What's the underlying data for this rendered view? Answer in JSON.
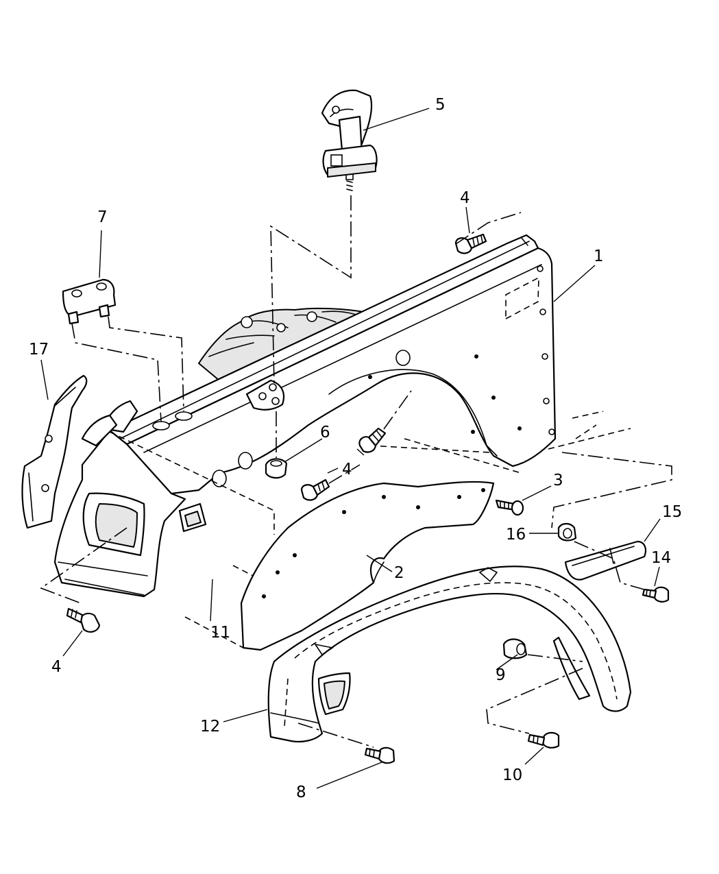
{
  "diagram": {
    "callouts": {
      "c1": "1",
      "c2": "2",
      "c3": "3",
      "c4_top": "4",
      "c4_mid": "4",
      "c4_bottom": "4",
      "c5": "5",
      "c6": "6",
      "c7": "7",
      "c8": "8",
      "c9": "9",
      "c10": "10",
      "c11": "11",
      "c12": "12",
      "c14": "14",
      "c15": "15",
      "c16": "16",
      "c17": "17"
    }
  }
}
